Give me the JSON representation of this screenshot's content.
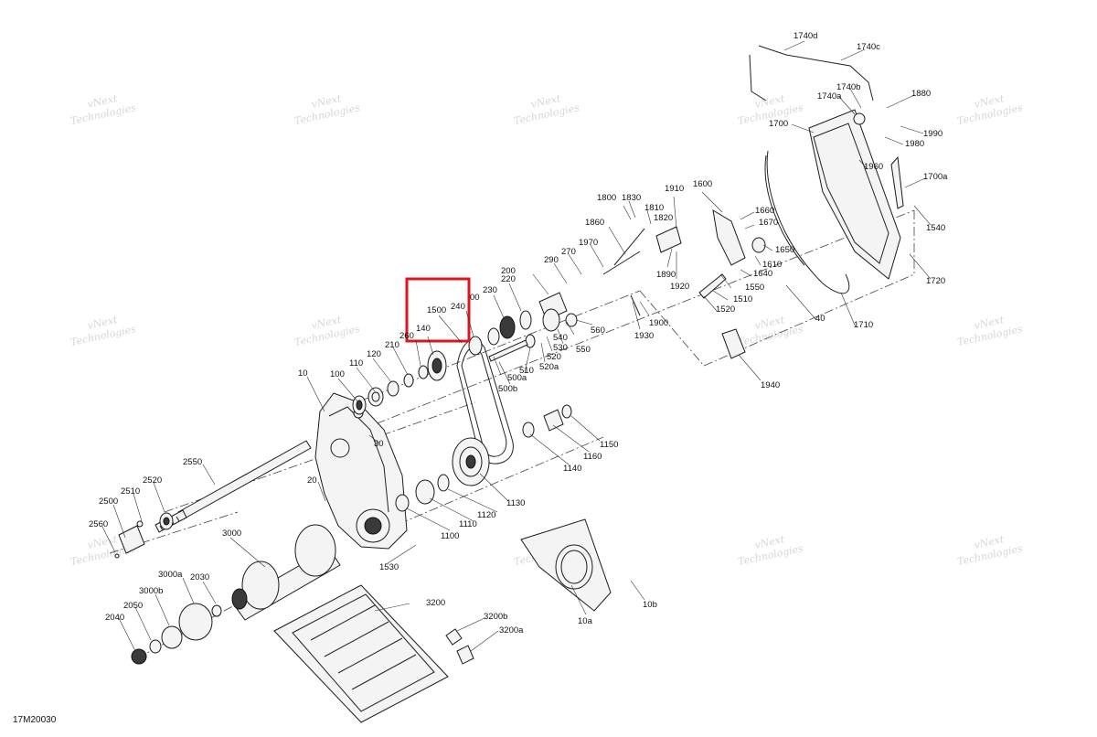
{
  "diagram": {
    "drawing_code": "17M20030",
    "highlight_color": "#e0141e",
    "watermark": {
      "line1": "vNext",
      "line2": "Technologies"
    },
    "labels": {
      "p10": "10",
      "p10a": "10a",
      "p10b": "10b",
      "p20": "20",
      "p30": "30",
      "p40": "40",
      "p100": "100",
      "p110": "110",
      "p120": "120",
      "p140": "140",
      "p200": "200",
      "p210": "210",
      "p220": "220",
      "p230": "230",
      "p240": "240",
      "p260": "260",
      "p270": "270",
      "p290": "290",
      "p300": "00",
      "p500a": "500a",
      "p500b": "500b",
      "p510": "510",
      "p520": "520",
      "p520a": "520a",
      "p530": "530",
      "p540": "540",
      "p550": "550",
      "p560": "560",
      "p1100": "1100",
      "p1110": "1110",
      "p1120": "1120",
      "p1130": "1130",
      "p1140": "1140",
      "p1150": "1150",
      "p1160": "1160",
      "p1500": "1500",
      "p1510": "1510",
      "p1520": "1520",
      "p1530": "1530",
      "p1540": "1540",
      "p1550": "1550",
      "p1600": "1600",
      "p1610": "1610",
      "p1640": "1640",
      "p1650": "1650",
      "p1660": "1660",
      "p1670": "1670",
      "p1700": "1700",
      "p1700a": "1700a",
      "p1710": "1710",
      "p1720": "1720",
      "p1740a": "1740a",
      "p1740b": "1740b",
      "p1740c": "1740c",
      "p1740d": "1740d",
      "p1800": "1800",
      "p1810": "1810",
      "p1820": "1820",
      "p1830": "1830",
      "p1860": "1860",
      "p1880": "1880",
      "p1890": "1890",
      "p1900": "1900",
      "p1910": "1910",
      "p1920": "1920",
      "p1930": "1930",
      "p1940": "1940",
      "p1960": "1960",
      "p1970": "1970",
      "p1980": "1980",
      "p1990": "1990",
      "p2030": "2030",
      "p2040": "2040",
      "p2050": "2050",
      "p2500": "2500",
      "p2510": "2510",
      "p2520": "2520",
      "p2550": "2550",
      "p2560": "2560",
      "p3000": "3000",
      "p3000a": "3000a",
      "p3000b": "3000b",
      "p3200": "3200",
      "p3200a": "3200a",
      "p3200b": "3200b"
    }
  }
}
